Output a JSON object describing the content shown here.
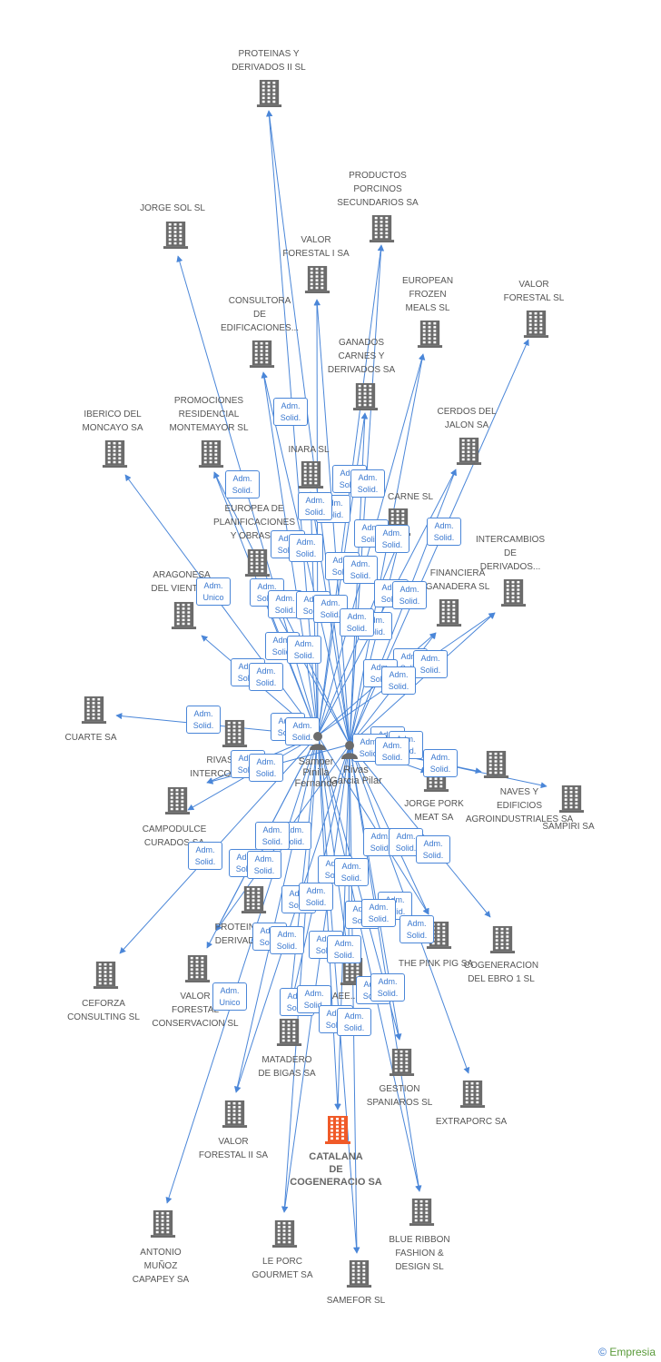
{
  "focus": {
    "name": "CATALANA\nDE\nCOGENERACIO SA",
    "color": "#f05a28"
  },
  "people": [
    {
      "name": "Samper\nPinilla\nFernando"
    },
    {
      "name": "Rivas\nGarcia Pilar"
    }
  ],
  "companies": [
    "PROTEINAS Y\nDERIVADOS II SL",
    "PRODUCTOS\nPORCINOS\nSECUNDARIOS SA",
    "JORGE SOL SL",
    "VALOR\nFORESTAL I SA",
    "EUROPEAN\nFROZEN\nMEALS SL",
    "VALOR\nFORESTAL SL",
    "CONSULTORA\nDE\nEDIFICACIONES...",
    "GANADOS\nCARNES Y\nDERIVADOS SA",
    "IBERICO DEL\nMONCAYO SA",
    "PROMOCIONES\nRESIDENCIAL\nMONTEMAYOR SL",
    "CERDOS DEL\nJALON SA",
    "INARA SL",
    "CARNE SL",
    "EUROPEA DE\nPLANIFICACIONES\nY OBRAS...",
    "INTERCAMBIOS\nDE\nDERIVADOS...",
    "ARAGONESA\nDEL VIENTO...",
    "FINANCIERA\nGANADERA SL",
    "CUARTE SA",
    "RIVAS\nINTERCONT...",
    "NAVES Y\nEDIFICIOS\nAGROINDUSTRIALES SA",
    "SAMPIRI SA",
    "JORGE PORK\nMEAT SA",
    "CAMPODULCE\nCURADOS SA",
    "PROTEINAS Y\nDERIVADOS...",
    "THE PINK PIG SA",
    "COGENERACION\nDEL EBRO 1 SL",
    "CEFORZA\nCONSULTING SL",
    "VALOR\nFORESTAL\nCONSERVACION SL",
    "AEE...",
    "MATADERO\nDE BIGAS SA",
    "GESTION\nSPANIAROS SL",
    "EXTRAPORC SA",
    "VALOR\nFORESTAL II SA",
    "ANTONIO\nMUÑOZ\nCAPAPEY SA",
    "LE PORC\nGOURMET SA",
    "BLUE RIBBON\nFASHION &\nDESIGN SL",
    "SAMEFOR SL"
  ],
  "relations": {
    "solid": "Adm.\nSolid.",
    "unico": "Adm.\nUnico"
  },
  "colors": {
    "edge": "#4a86d8",
    "icon": "#6b6b6b"
  },
  "copyright": {
    "symbol": "©",
    "brand": "Empresia"
  }
}
